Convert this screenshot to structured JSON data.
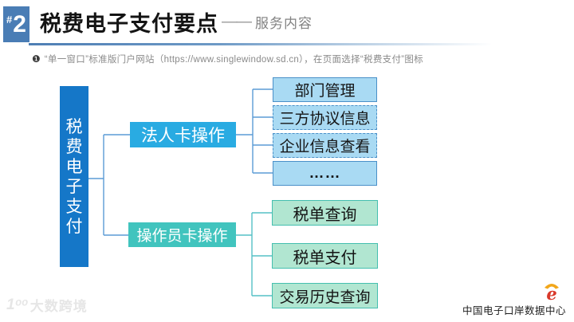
{
  "header": {
    "badge_hash": "#",
    "badge_number": "2",
    "title": "税费电子支付要点",
    "title_dash": "——",
    "subtitle": "服务内容"
  },
  "note": {
    "bullet": "❶",
    "text": "“单一窗口”标准版门户网站（https://www.singlewindow.sd.cn），在页面选择“税费支付”图标"
  },
  "diagram": {
    "root_label": "税费电子支付",
    "branches": [
      {
        "label": "法人卡操作",
        "children": [
          "部门管理",
          "三方协议信息",
          "企业信息查看",
          "……"
        ]
      },
      {
        "label": "操作员卡操作",
        "children": [
          "税单查询",
          "税单支付",
          "交易历史查询"
        ]
      }
    ]
  },
  "footer": {
    "watermark_mark": "1ᵒᵒ",
    "watermark_text": "大数跨境",
    "logo_letter": "e",
    "org_name": "中国电子口岸数据中心"
  },
  "colors": {
    "badge_blue": "#4A7DB5",
    "root_blue": "#1577C8",
    "branch_cyan": "#29ABE2",
    "branch_teal": "#41C4BE",
    "leaf_blue_fill": "#A9DAF3",
    "leaf_blue_border": "#4A90C8",
    "leaf_green_fill": "#B1E6D1",
    "leaf_green_border": "#44BFAF",
    "connector_blue": "#5B9BD5",
    "connector_teal": "#55C0C6"
  }
}
